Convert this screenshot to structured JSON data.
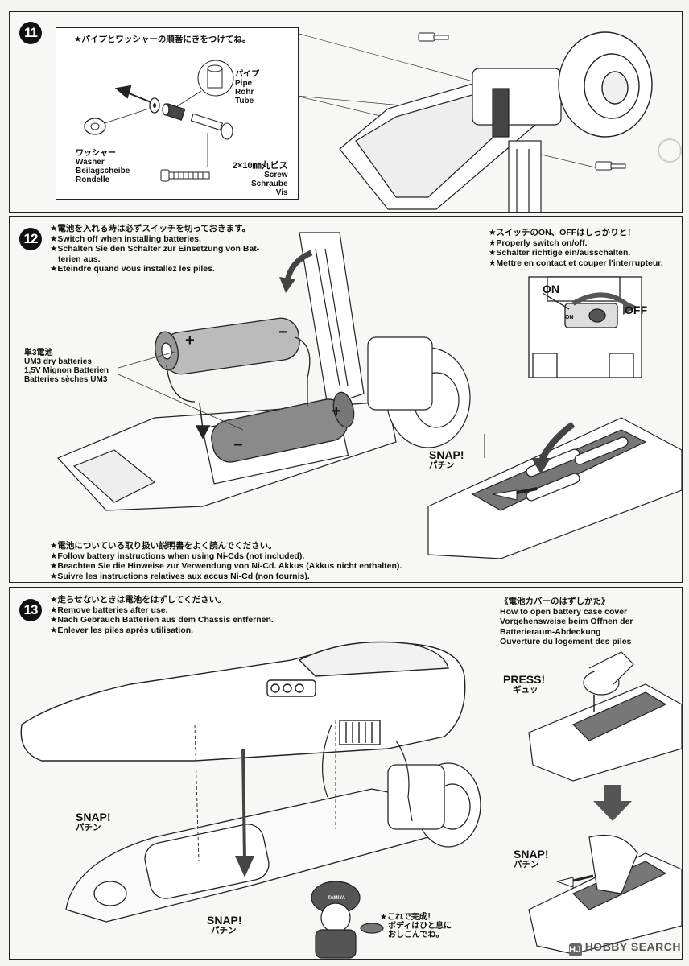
{
  "step11": {
    "number": "11",
    "note": "★パイプとワッシャーの順番にきをつけてね。",
    "pipe": [
      "パイプ",
      "Pipe",
      "Rohr",
      "Tube"
    ],
    "washer": [
      "ワッシャー",
      "Washer",
      "Beilagscheibe",
      "Rondelle"
    ],
    "screw": [
      "2×10㎜丸ビス",
      "Screw",
      "Schraube",
      "Vis"
    ]
  },
  "step12": {
    "number": "12",
    "instructions": [
      "★電池を入れる時は必ずスイッチを切っておきます。",
      "★Switch off when installing batteries.",
      "★Schalten Sie den Schalter zur Einsetzung von Bat-",
      "terien aus.",
      "★Eteindre quand vous installez les piles."
    ],
    "switch_notes": [
      "★スイッチのON、OFFはしっかりと！",
      "★Properly switch on/off.",
      "★Schalter richtige ein/ausschalten.",
      "★Mettre en contact et couper l'interrupteur."
    ],
    "on_label": "ON",
    "off_label": "OFF",
    "switch_on_text": "ON",
    "battery_label": [
      "単3電池",
      "UM3 dry batteries",
      "1,5V Mignon Batterien",
      "Batteries sèches UM3"
    ],
    "plus": "+",
    "minus": "−",
    "snap": "SNAP!",
    "snap_jp": "パチン",
    "nicd_notes": [
      "★電池についている取り扱い説明書をよく読んでください。",
      "★Follow battery instructions when using Ni-Cds (not included).",
      "★Beachten Sie die Hinweise zur Verwendung von Ni-Cd. Akkus (Akkus nicht enthalten).",
      "★Suivre les instructions relatives aux accus Ni-Cd (non fournis)."
    ]
  },
  "step13": {
    "number": "13",
    "instructions": [
      "★走らせないときは電池をはずしてください。",
      "★Remove batteries after use.",
      "★Nach Gebrauch Batterien aus dem Chassis entfernen.",
      "★Enlever les piles après utilisation."
    ],
    "cover_title": [
      "《電池カバーのはずしかた》",
      "How to open battery case cover",
      "Vorgehensweise beim Öffnen der",
      "Batterieraum-Abdeckung",
      "Ouverture du logement des piles"
    ],
    "press": "PRESS!",
    "press_jp": "ギュッ",
    "snap": "SNAP!",
    "snap_jp": "パチン",
    "done_note": [
      "★これで完成！",
      "ボディはひと息に",
      "おしこんでね。"
    ],
    "cap_text": "TAMIYA"
  },
  "watermark": {
    "logo": "HJ",
    "text": "HOBBY SEARCH"
  }
}
